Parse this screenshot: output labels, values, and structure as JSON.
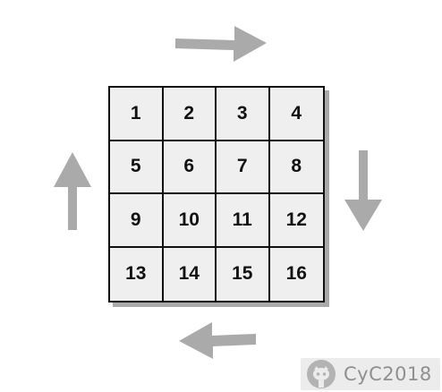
{
  "grid": {
    "rows": [
      [
        "1",
        "2",
        "3",
        "4"
      ],
      [
        "5",
        "6",
        "7",
        "8"
      ],
      [
        "9",
        "10",
        "11",
        "12"
      ],
      [
        "13",
        "14",
        "15",
        "16"
      ]
    ]
  },
  "arrows": [
    {
      "name": "arrow-right-icon",
      "direction": "right"
    },
    {
      "name": "arrow-down-icon",
      "direction": "down"
    },
    {
      "name": "arrow-left-icon",
      "direction": "left"
    },
    {
      "name": "arrow-up-icon",
      "direction": "up"
    }
  ],
  "colors": {
    "arrow": "#aaaaaa",
    "cell_bg": "#efefef",
    "border": "#111111",
    "shadow": "#a9a9a9"
  },
  "watermark": {
    "text": "CyC2018",
    "icon": "github-octocat-icon"
  }
}
